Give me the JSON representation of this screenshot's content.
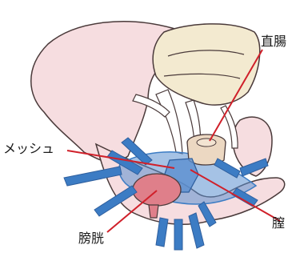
{
  "labels": {
    "rectum": "直腸",
    "mesh": "メッシュ",
    "bladder": "膀胱",
    "vagina": "膣"
  },
  "colors": {
    "bone": "#f6dde0",
    "bone_outline": "#4a3a3a",
    "sacrum": "#f3ead0",
    "mesh_blue": "#3c7cc4",
    "mesh_fill": "#5b8fd0",
    "bladder": "#df7f8a",
    "rectum": "#ecd8c2",
    "leader_line": "#d0202a"
  }
}
